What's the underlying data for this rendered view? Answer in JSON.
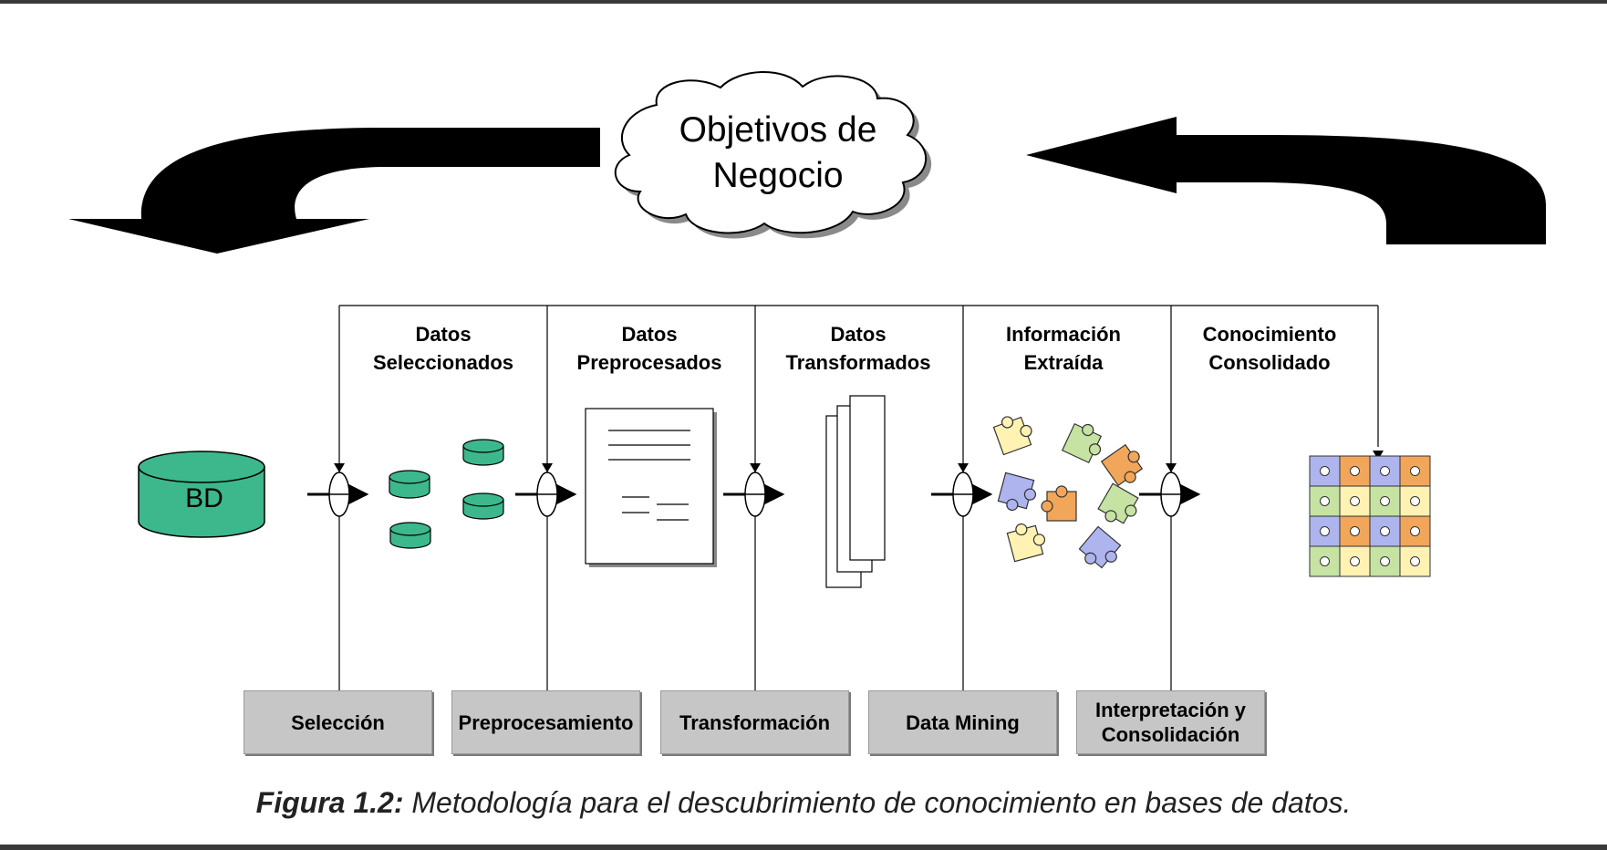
{
  "cloud": {
    "line1": "Objetivos de",
    "line2": "Negocio",
    "text": "Objetivos de\nNegocio"
  },
  "database": {
    "label": "BD"
  },
  "stage_headers": [
    {
      "text": "Datos\nSeleccionados"
    },
    {
      "text": "Datos\nPreprocesados"
    },
    {
      "text": "Datos\nTransformados"
    },
    {
      "text": "Información\nExtraída"
    },
    {
      "text": "Conocimiento\nConsolidado"
    }
  ],
  "steps": [
    {
      "label": "Selección"
    },
    {
      "label": "Preprocesamiento"
    },
    {
      "label": "Transformación"
    },
    {
      "label": "Data Mining"
    },
    {
      "label": "Interpretación y\nConsolidación"
    }
  ],
  "caption": {
    "bold": "Figura 1.2:",
    "text": " Metodología para el descubrimiento de conocimiento en bases de datos."
  },
  "colors": {
    "db_green": "#3cb88c",
    "step_gray": "#c6c6c6",
    "puzzle_yellow": "#fff2b3",
    "puzzle_orange": "#f2a65a",
    "puzzle_blue": "#aeb4ee",
    "puzzle_green": "#c6e3a3"
  }
}
